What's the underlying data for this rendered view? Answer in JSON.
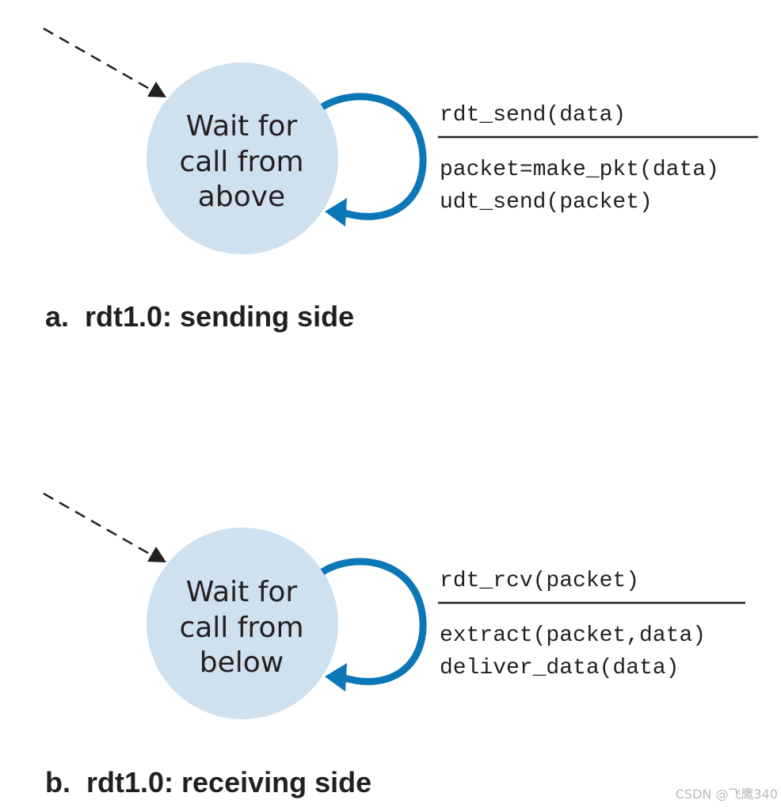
{
  "colors": {
    "state_fill": "#cfe0ef",
    "transition_arrow": "#0b77b6",
    "text": "#231f20",
    "watermark": "#b8b8b8"
  },
  "diagrams": [
    {
      "state_lines": [
        "Wait for",
        "call from",
        "above"
      ],
      "event": "rdt_send(data)",
      "actions": [
        "packet=make_pkt(data)",
        "udt_send(packet)"
      ],
      "caption": "a.  rdt1.0: sending side"
    },
    {
      "state_lines": [
        "Wait for",
        "call from",
        "below"
      ],
      "event": "rdt_rcv(packet)",
      "actions": [
        "extract(packet,data)",
        "deliver_data(data)"
      ],
      "caption": "b.  rdt1.0: receiving side"
    }
  ],
  "watermark": "CSDN @飞鹰340"
}
